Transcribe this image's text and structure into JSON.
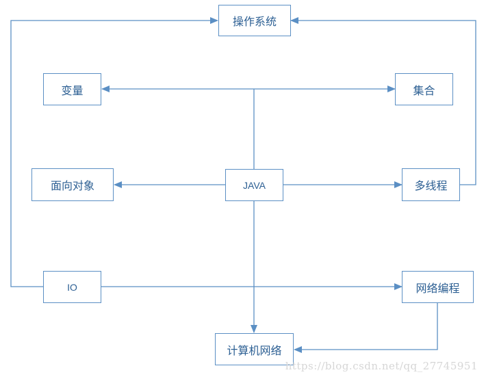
{
  "nodes": {
    "os": "操作系统",
    "variable": "变量",
    "collection": "集合",
    "oop": "面向对象",
    "java": "JAVA",
    "thread": "多线程",
    "io": "IO",
    "netprog": "网络编程",
    "network": "计算机网络"
  },
  "watermark": "https://blog.csdn.net/qq_27745951",
  "colors": {
    "stroke": "#5b8fc4",
    "text": "#2c5f93",
    "watermark": "#d6d6d6"
  }
}
